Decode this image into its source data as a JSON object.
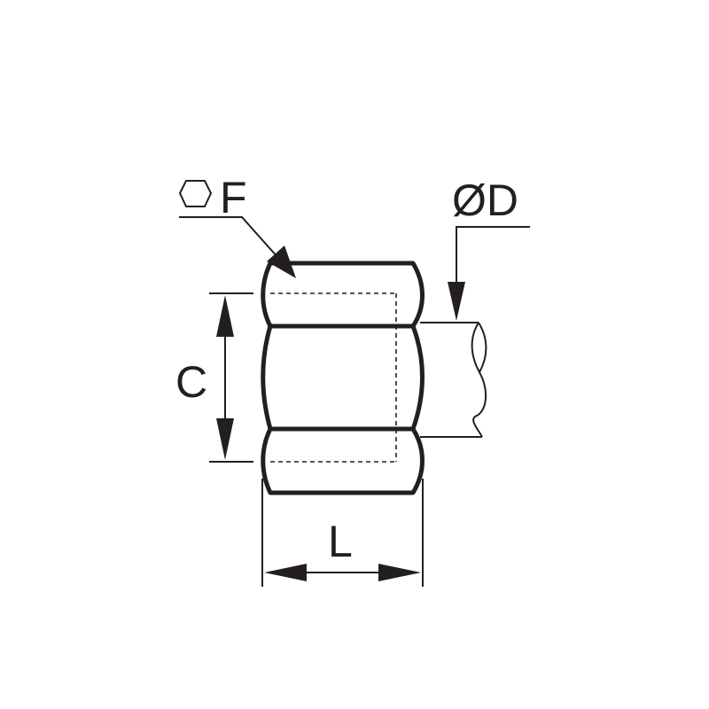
{
  "labels": {
    "hex_size": "F",
    "tube_diameter": "ØD",
    "thread_length": "C",
    "overall_length": "L"
  },
  "symbols": {
    "hex_size": "hexagon-icon"
  },
  "colors": {
    "ink": "#231f20",
    "background": "#ffffff"
  }
}
